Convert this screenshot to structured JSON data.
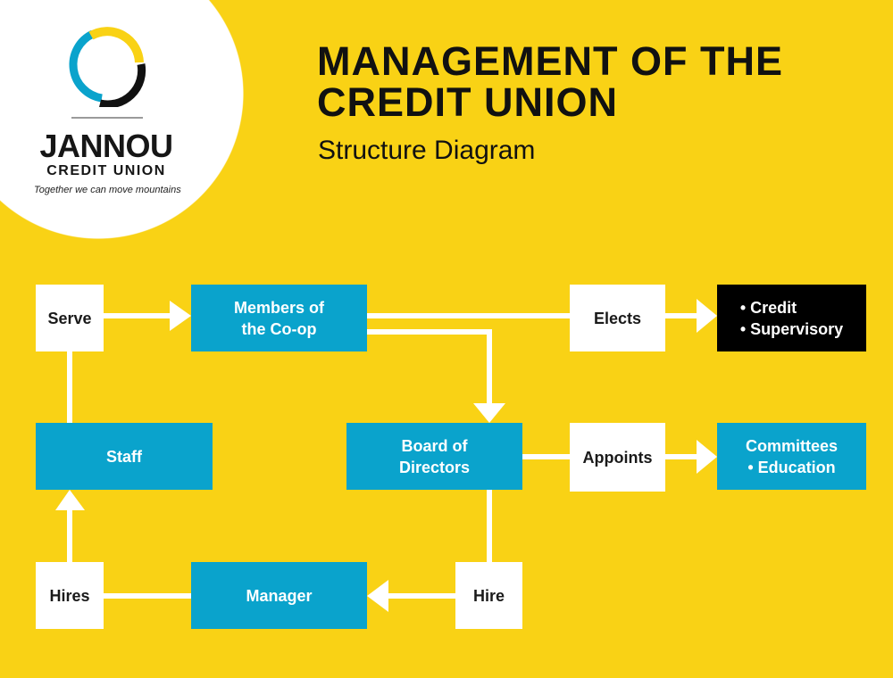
{
  "brand": {
    "name": "JANNOU",
    "subtitle": "CREDIT UNION",
    "tagline": "Together we can move mountains"
  },
  "header": {
    "title_line1": "MANAGEMENT OF THE",
    "title_line2": "CREDIT UNION",
    "subtitle": "Structure Diagram"
  },
  "colors": {
    "background": "#F9D215",
    "box_blue": "#0AA3CC",
    "box_white": "#FFFFFF",
    "box_black": "#000000"
  },
  "nodes": {
    "serve": "Serve",
    "members_1": "Members of",
    "members_2": "the Co-op",
    "elects": "Elects",
    "elected_1": "• Credit",
    "elected_2": "• Supervisory",
    "staff": "Staff",
    "board_1": "Board of",
    "board_2": "Directors",
    "appoints": "Appoints",
    "committees_1": "Committees",
    "committees_2": "• Education",
    "hires": "Hires",
    "manager": "Manager",
    "hire": "Hire"
  }
}
